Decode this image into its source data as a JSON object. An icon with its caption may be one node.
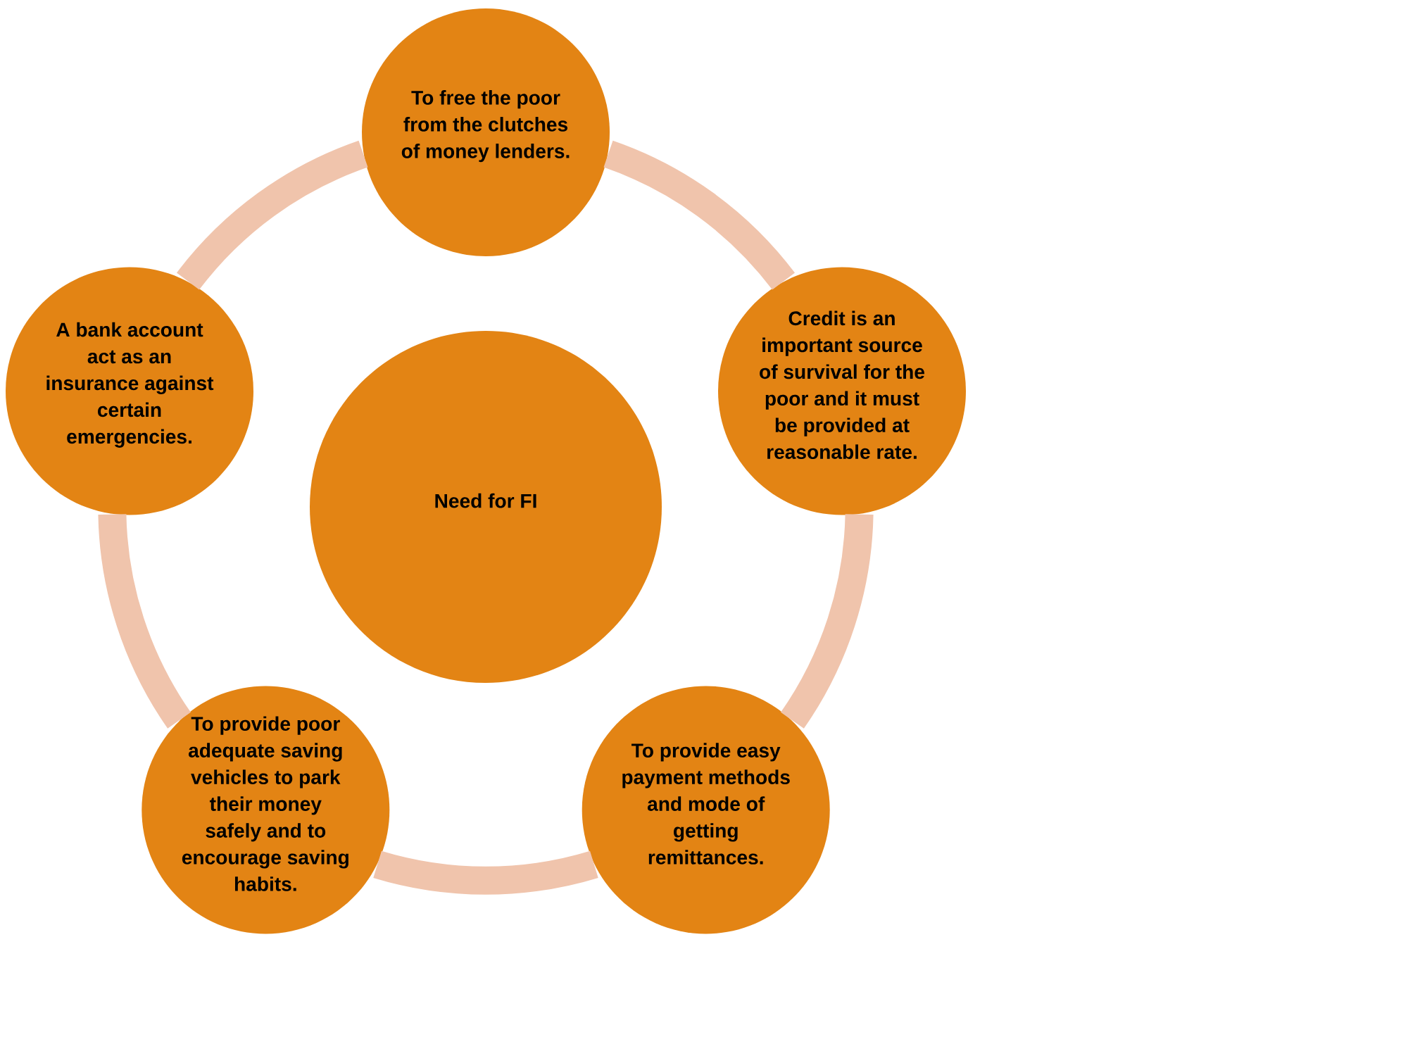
{
  "diagram": {
    "nodes": [
      {
        "text": [
          "Need for FI"
        ]
      },
      {
        "text": [
          "To free the poor from the clutches of money lenders."
        ]
      },
      {
        "text": [
          "Credit is an important source of survival for the poor and it must be provided at reasonable rate."
        ]
      },
      {
        "text": [
          "To provide easy payment methods and mode of getting remittances."
        ]
      },
      {
        "text": [
          "To provide poor adequate saving vehicles to park their money safely and to encourage saving habits."
        ]
      },
      {
        "text": [
          "A bank account act as an insurance against certain emergencies."
        ]
      }
    ],
    "edges": [
      {
        "from": 1,
        "to": 2,
        "arrow": "none"
      },
      {
        "from": 2,
        "to": 3,
        "arrow": "none"
      },
      {
        "from": 3,
        "to": 4,
        "arrow": "none"
      },
      {
        "from": 4,
        "to": 5,
        "arrow": "none"
      },
      {
        "from": 5,
        "to": 1,
        "arrow": "none"
      }
    ]
  }
}
